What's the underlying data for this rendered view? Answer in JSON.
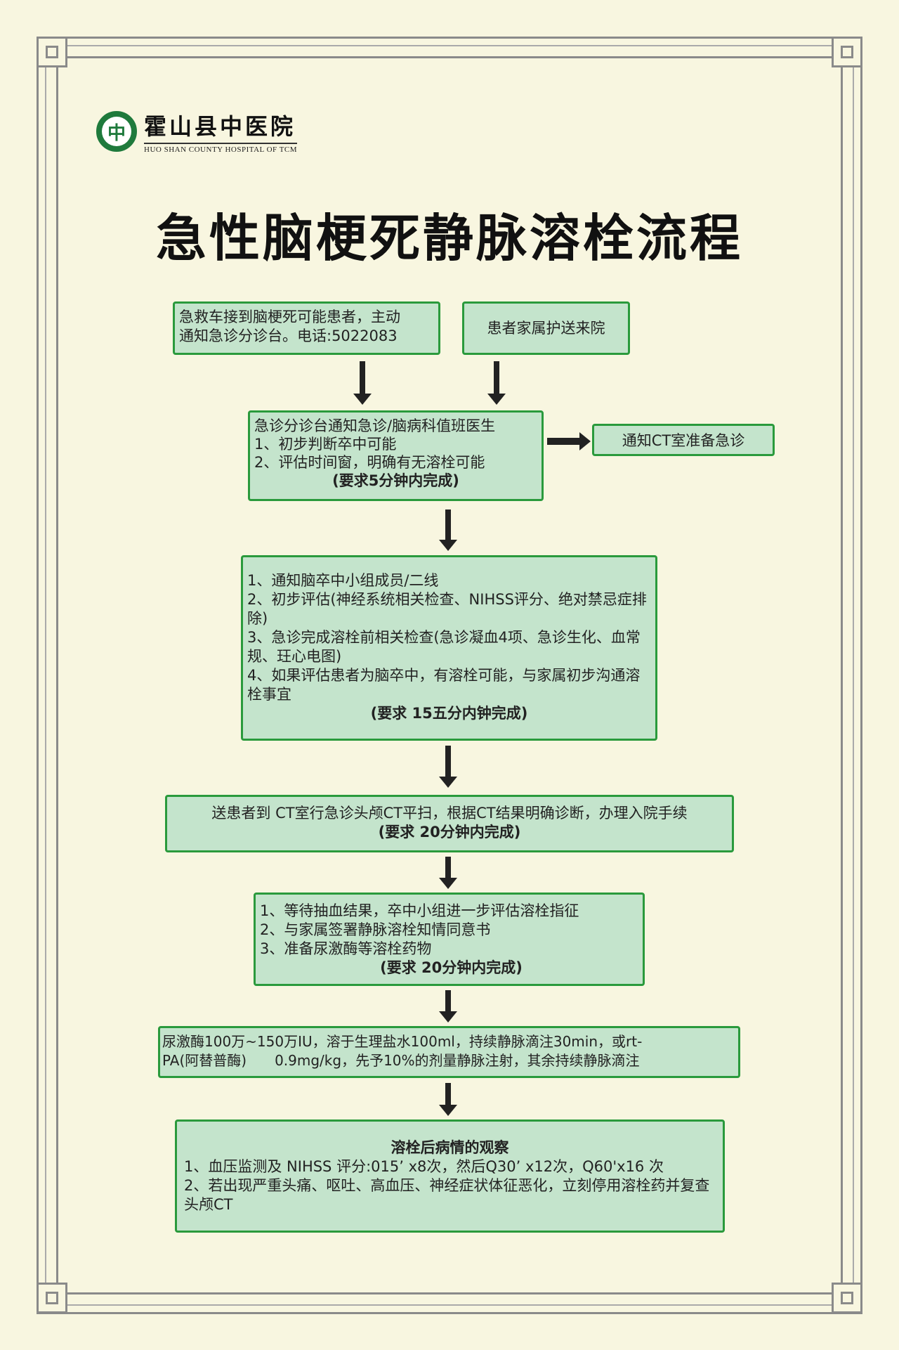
{
  "logo": {
    "name_cn": "霍山县中医院",
    "name_en": "HUO SHAN COUNTY HOSPITAL OF TCM",
    "seal_glyph": "中"
  },
  "title": "急性脑梗死静脉溶栓流程",
  "steps": {
    "ambulance": [
      "急救车接到脑梗死可能患者，主动",
      "通知急诊分诊台。电话:5022083"
    ],
    "family": "患者家属护送来院",
    "triage": {
      "lines": [
        "急诊分诊台通知急诊/脑病科值班医生",
        "1、初步判断卒中可能",
        "2、评估时间窗，明确有无溶栓可能"
      ],
      "req": "(要求5分钟内完成)"
    },
    "ct_notice": "通知CT室准备急诊",
    "team": {
      "lines": [
        "1、通知脑卒中小组成员/二线",
        "2、初步评估(神经系统相关检查、NIHSS评分、绝对禁忌症排除)",
        "3、急诊完成溶栓前相关检查(急诊凝血4项、急诊生化、血常规、玨心电图)",
        "4、如果评估患者为脑卒中，有溶栓可能，与家属初步沟通溶栓事宜"
      ],
      "req": "(要求 15五分内钟完成)"
    },
    "ct_scan": {
      "line": "送患者到 CT室行急诊头颅CT平扫，根据CT结果明确诊断，办理入院手续",
      "req": "(要求 20分钟内完成)"
    },
    "consent": {
      "lines": [
        "1、等待抽血结果，卒中小组进一步评估溶栓指征",
        "2、与家属签署静脉溶栓知情同意书",
        "3、准备尿激酶等溶栓药物"
      ],
      "req": "(要求 20分钟内完成)"
    },
    "drug": [
      "尿激酶100万~150万IU，溶于生理盐水100ml，持续静脉滴注30min，或rt-",
      "PA(阿替普酶)　　0.9mg/kg，先予10%的剂量静脉注射，其余持续静脉滴注"
    ],
    "observe": {
      "heading": "溶栓后病情的观察",
      "lines": [
        "1、血压监测及 NIHSS 评分:015’ x8次，然后Q30’ x12次，Q60'x16 次",
        "2、若出现严重头痛、呕吐、高血压、神经症状体征恶化，立刻停用溶栓药并复查头颅CT"
      ]
    }
  }
}
